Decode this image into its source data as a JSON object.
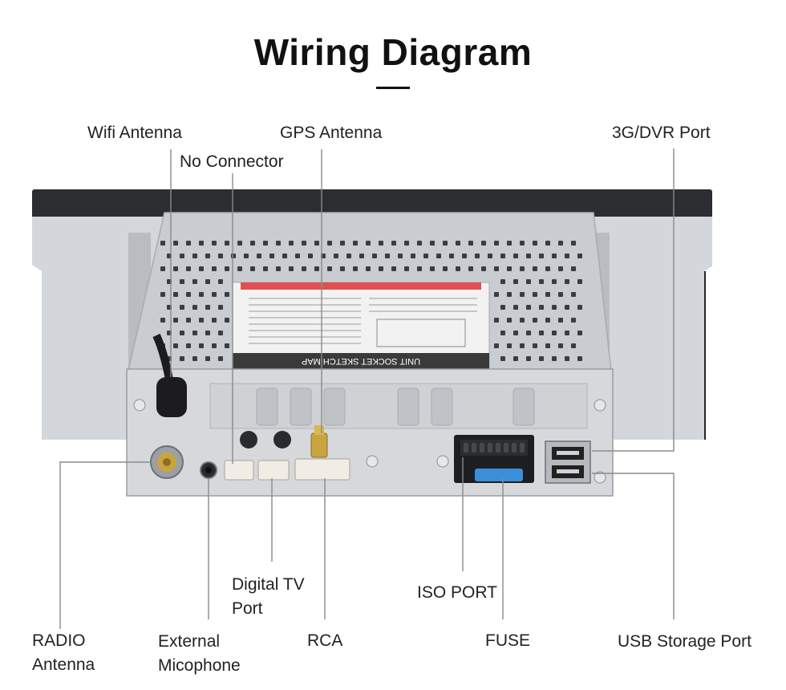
{
  "title": "Wiring Diagram",
  "labels": {
    "wifi_antenna": "Wifi  Antenna",
    "no_connector": "No Connector",
    "gps_antenna": "GPS  Antenna",
    "dvr_port": "3G/DVR Port",
    "digital_tv_port": "Digital TV\nPort",
    "iso_port": "ISO PORT",
    "radio_antenna": "RADIO\nAntenna",
    "external_microphone": "External\nMicophone",
    "rca": "RCA",
    "fuse": "FUSE",
    "usb_storage_port": "USB Storage Port"
  },
  "sticker": {
    "header": "UNIT SOCKET SKETCH MAP"
  },
  "colors": {
    "chassis": "#c9ccd0",
    "panel": "#2b2d31",
    "leader_line": "#8a8a8a",
    "sticker_header": "#3a3a3a",
    "fuse": "#3a8fd9",
    "gold_connector": "#c9a540"
  }
}
